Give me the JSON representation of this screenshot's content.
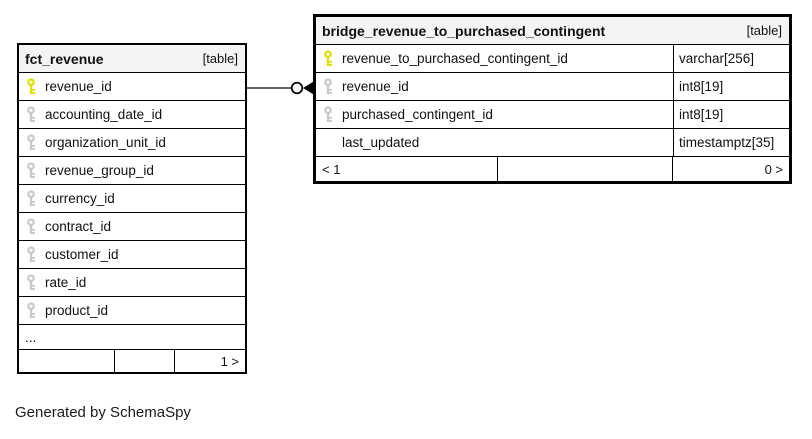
{
  "page": {
    "background": "#ffffff",
    "footer_note": "Generated by SchemaSpy"
  },
  "colors": {
    "primary_key_icon": "#e0e000",
    "foreign_key_icon": "#c9c9c9",
    "header_bg": "#f4f4f4",
    "border": "#000000",
    "text": "#111111"
  },
  "tables": [
    {
      "name": "fct_revenue",
      "tag": "[table]",
      "columns": [
        {
          "name": "revenue_id",
          "key": "primary"
        },
        {
          "name": "accounting_date_id",
          "key": "foreign"
        },
        {
          "name": "organization_unit_id",
          "key": "foreign"
        },
        {
          "name": "revenue_group_id",
          "key": "foreign"
        },
        {
          "name": "currency_id",
          "key": "foreign"
        },
        {
          "name": "contract_id",
          "key": "foreign"
        },
        {
          "name": "customer_id",
          "key": "foreign"
        },
        {
          "name": "rate_id",
          "key": "foreign"
        },
        {
          "name": "product_id",
          "key": "foreign"
        },
        {
          "name": "...",
          "key": "none"
        }
      ],
      "footer": {
        "left": "",
        "middle": "",
        "right": "1 >"
      }
    },
    {
      "name": "bridge_revenue_to_purchased_contingent",
      "tag": "[table]",
      "columns": [
        {
          "name": "revenue_to_purchased_contingent_id",
          "type": "varchar[256]",
          "key": "primary"
        },
        {
          "name": "revenue_id",
          "type": "int8[19]",
          "key": "foreign"
        },
        {
          "name": "purchased_contingent_id",
          "type": "int8[19]",
          "key": "foreign"
        },
        {
          "name": "last_updated",
          "type": "timestamptz[35]",
          "key": "none"
        }
      ],
      "footer": {
        "left": "< 1",
        "middle": "",
        "right": "0 >"
      }
    }
  ],
  "relationship": {
    "from": "fct_revenue.revenue_id",
    "to": "bridge_revenue_to_purchased_contingent.revenue_id",
    "notation": "zero-or-many"
  }
}
